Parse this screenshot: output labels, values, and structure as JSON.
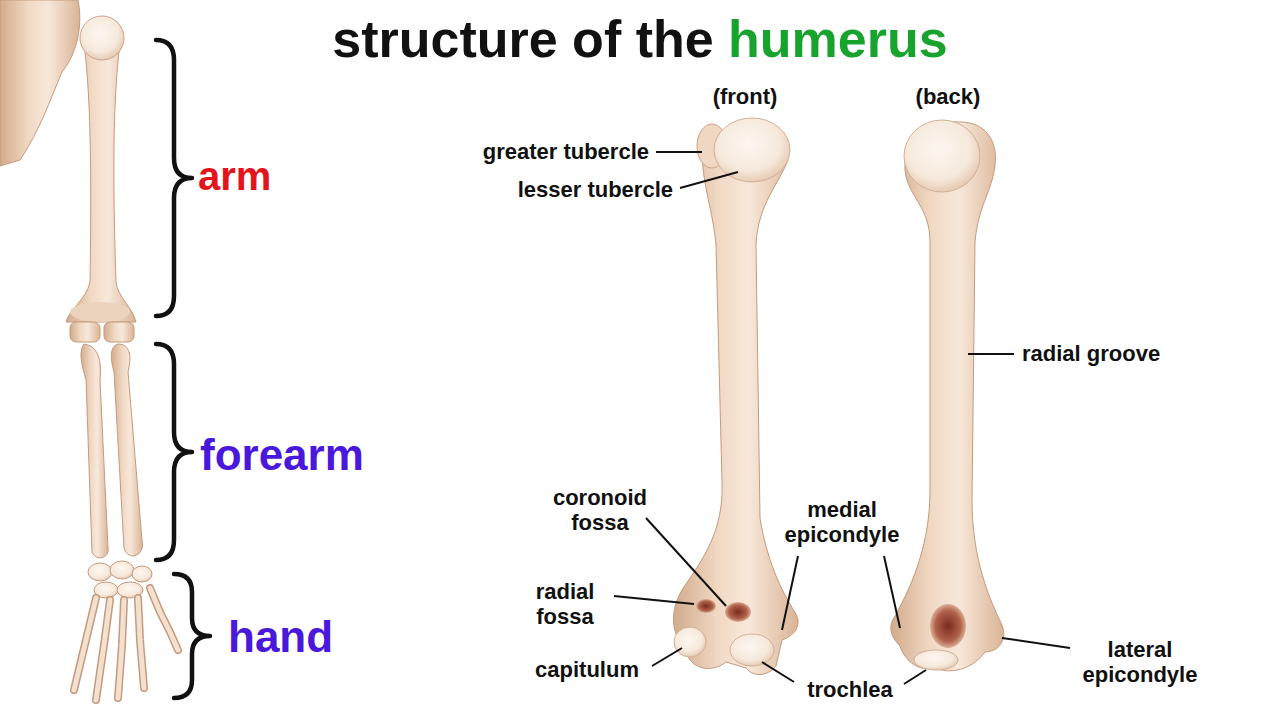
{
  "diagram": {
    "title": "structure of the humerus",
    "labels": [
      "arm",
      "forearm",
      "hand",
      "(front)",
      "(back)",
      "greater tubercle",
      "lesser tubercle",
      "radial groove",
      "coronoid fossa",
      "medial epicondyle",
      "radial fossa",
      "capitulum",
      "trochlea",
      "lateral epicondyle"
    ]
  }
}
